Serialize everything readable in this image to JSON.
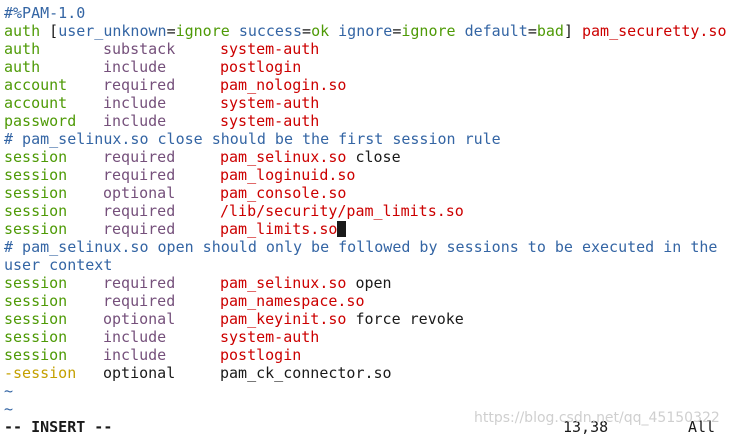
{
  "editor": {
    "lines": [
      {
        "kind": "comment",
        "text": "#%PAM-1.0"
      },
      {
        "kind": "authhead",
        "type": "auth",
        "open": "[",
        "k1": "user_unknown",
        "v1": "ignore",
        "k2": "success",
        "v2": "ok",
        "k3": "ignore",
        "v3": "ignore",
        "k4": "default",
        "v4": "bad",
        "close": "]",
        "module": "pam_securetty.so"
      },
      {
        "kind": "rule",
        "type": "auth",
        "control": "substack",
        "module": "system-auth"
      },
      {
        "kind": "rule",
        "type": "auth",
        "control": "include",
        "module": "postlogin"
      },
      {
        "kind": "rule",
        "type": "account",
        "control": "required",
        "module": "pam_nologin.so"
      },
      {
        "kind": "rule",
        "type": "account",
        "control": "include",
        "module": "system-auth"
      },
      {
        "kind": "rule",
        "type": "password",
        "control": "include",
        "module": "system-auth"
      },
      {
        "kind": "comment",
        "text": "# pam_selinux.so close should be the first session rule"
      },
      {
        "kind": "rule",
        "type": "session",
        "control": "required",
        "module": "pam_selinux.so",
        "args": " close"
      },
      {
        "kind": "rule",
        "type": "session",
        "control": "required",
        "module": "pam_loginuid.so"
      },
      {
        "kind": "rule",
        "type": "session",
        "control": "optional",
        "module": "pam_console.so"
      },
      {
        "kind": "rule",
        "type": "session",
        "control": "required",
        "module": "/lib/security/pam_limits.so"
      },
      {
        "kind": "rule",
        "type": "session",
        "control": "required",
        "module": "pam_limits.so",
        "cursor": true
      },
      {
        "kind": "comment",
        "text": "# pam_selinux.so open should only be followed by sessions to be executed in the"
      },
      {
        "kind": "comment",
        "text": "user context"
      },
      {
        "kind": "rule",
        "type": "session",
        "control": "required",
        "module": "pam_selinux.so",
        "args": " open"
      },
      {
        "kind": "rule",
        "type": "session",
        "control": "required",
        "module": "pam_namespace.so"
      },
      {
        "kind": "rule",
        "type": "session",
        "control": "optional",
        "module": "pam_keyinit.so",
        "args": " force revoke"
      },
      {
        "kind": "rule",
        "type": "session",
        "control": "include",
        "module": "system-auth"
      },
      {
        "kind": "rule",
        "type": "session",
        "control": "include",
        "module": "postlogin"
      },
      {
        "kind": "dashrule",
        "dash": "-",
        "type": "session",
        "control": "optional",
        "module": "pam_ck_connector.so"
      },
      {
        "kind": "tilde",
        "text": "~"
      },
      {
        "kind": "tilde",
        "text": "~"
      }
    ]
  },
  "status": {
    "mode": "-- INSERT --",
    "position": "13,38",
    "scroll": "All"
  },
  "watermark": {
    "text": "https://blog.csdn.net/qq_45150322"
  },
  "colors": {
    "comment": "#3465a4",
    "type": "#4e9a06",
    "control": "#75507b",
    "module": "#cc0000",
    "dash": "#c4a000",
    "text": "#1a1a1a",
    "background": "#ffffff"
  }
}
